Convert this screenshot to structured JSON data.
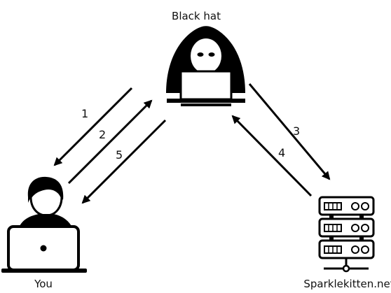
{
  "nodes": {
    "attacker": {
      "label": "Black hat"
    },
    "user": {
      "label": "You"
    },
    "server": {
      "label": "Sparklekitten.net"
    }
  },
  "steps": [
    "1",
    "2",
    "3",
    "4",
    "5"
  ],
  "colors": {
    "ink": "#000000",
    "background": "#ffffff"
  }
}
